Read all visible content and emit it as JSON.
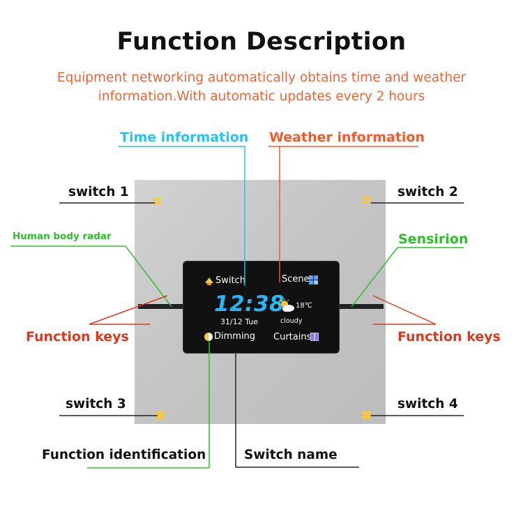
{
  "header": {
    "title": "Function Description",
    "subtitle_line1": "Equipment networking automatically obtains time and weather",
    "subtitle_line2": "information.With automatic updates every 2 hours"
  },
  "callouts": {
    "time_information": "Time information",
    "weather_information": "Weather information",
    "switch_1": "switch 1",
    "switch_2": "switch 2",
    "switch_3": "switch 3",
    "switch_4": "switch 4",
    "human_body_radar": "Human body radar",
    "sensirion": "Sensirion",
    "function_keys_left": "Function keys",
    "function_keys_right": "Function keys",
    "function_identification": "Function identification",
    "switch_name": "Switch name"
  },
  "screen": {
    "switch_label": "Switch",
    "scene_label": "Scene",
    "time": "12:38",
    "date": "31/12 Tue",
    "temperature": "18℃",
    "weather": "cloudy",
    "dimming_label": "Dimming",
    "curtains_label": "Curtains"
  },
  "colors": {
    "accent_orange": "#ef5b2a",
    "accent_cyan": "#25c3f0",
    "accent_green": "#2fbf2a",
    "accent_red": "#d93a1f",
    "indicator_yellow": "#f2c94c"
  }
}
